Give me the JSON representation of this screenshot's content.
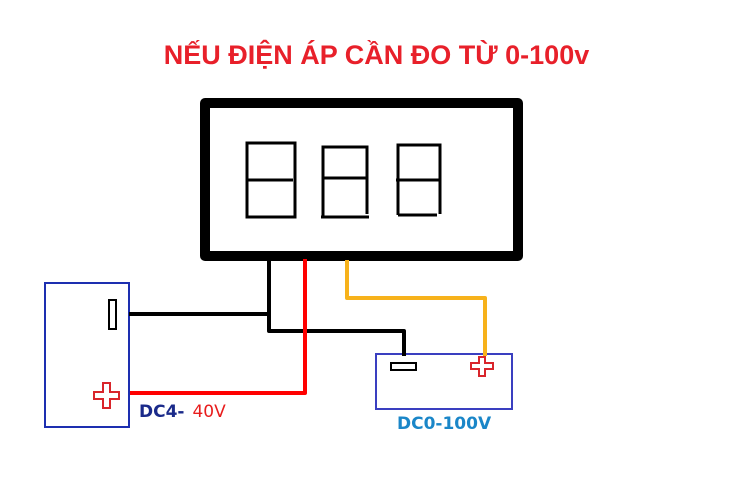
{
  "title": "NẾU ĐIỆN ÁP CẦN ĐO TỪ 0-100v",
  "meter": {
    "digits": 3
  },
  "power_source": {
    "label_prefix": "DC4-",
    "label_value": "40V"
  },
  "measured_source": {
    "label": "DC0-100V"
  },
  "wires": {
    "ground": "black",
    "power": "red",
    "measure": "yellow"
  },
  "colors": {
    "title": "#e8202a",
    "wire_black": "#000000",
    "wire_red": "#ff0000",
    "wire_yellow": "#f7b21b",
    "box_border": "#1d2fb0",
    "plus_sign": "#d9252b",
    "source_label": "#1a2a8a",
    "measured_label": "#1a86c8"
  }
}
